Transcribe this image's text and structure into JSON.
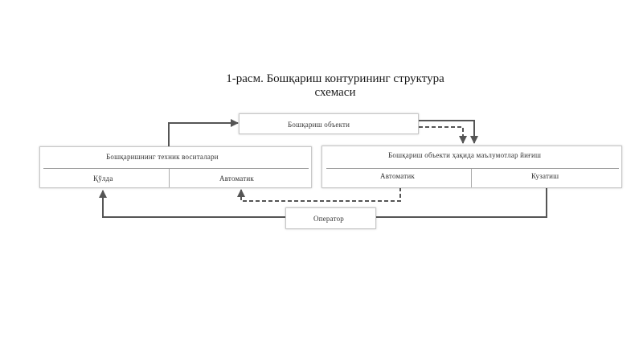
{
  "caption": {
    "line1": "1-расм. Бошқариш контурининг структура",
    "line2": "схемаси"
  },
  "nodes": {
    "object": "Бошқариш объекти",
    "tech_means": "Бошқаришнинг техник воситалари",
    "manual": "Қўлда",
    "automatic_left": "Автоматик",
    "info_collection": "Бошқариш объекти ҳақида маълумотлар йиғиш",
    "automatic_right": "Автоматик",
    "observation": "Кузатиш",
    "operator": "Оператор"
  },
  "colors": {
    "wire": "#555555",
    "box_border": "#c8c8c8"
  }
}
